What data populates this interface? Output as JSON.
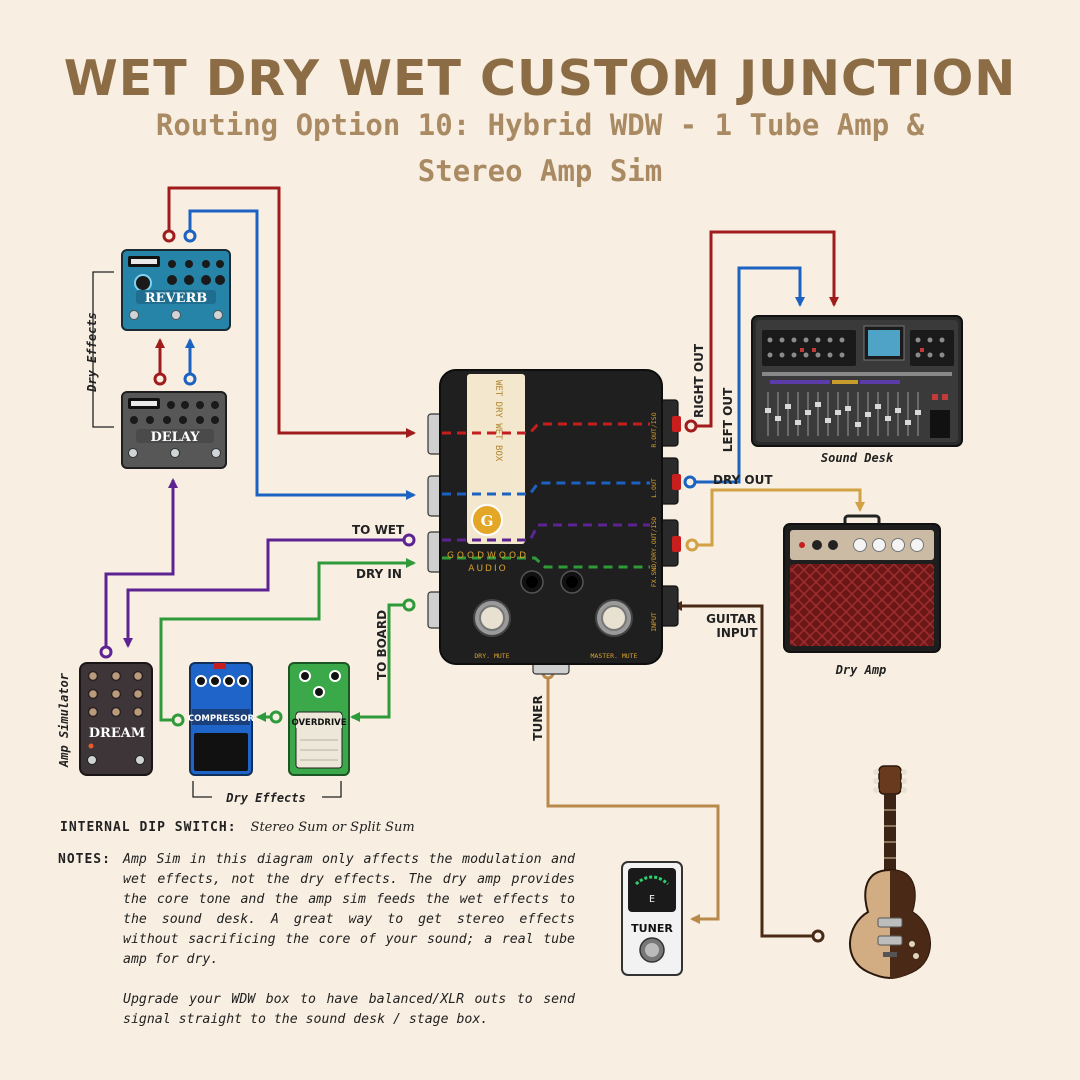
{
  "header": {
    "title": "WET DRY WET CUSTOM JUNCTION",
    "subtitle": "Routing Option 10: Hybrid WDW - 1 Tube Amp & Stereo Amp Sim"
  },
  "labels": {
    "dry_effects_top": "Dry Effects",
    "dry_effects_bottom": "Dry Effects",
    "amp_simulator": "Amp Simulator",
    "sound_desk": "Sound Desk",
    "dry_amp": "Dry Amp",
    "to_wet": "TO WET",
    "dry_in": "DRY IN",
    "to_board": "TO BOARD",
    "right_out": "RIGHT OUT",
    "left_out": "LEFT OUT",
    "dry_out": "DRY OUT",
    "guitar_input_1": "GUITAR",
    "guitar_input_2": "INPUT",
    "tuner_cable": "TUNER"
  },
  "pedals": {
    "reverb": "REVERB",
    "delay": "DELAY",
    "dream": "DREAM",
    "compressor": "COMPRESSOR",
    "overdrive": "OVERDRIVE",
    "tuner": "TUNER"
  },
  "junction_box": {
    "brand_1": "GOODWOOD",
    "brand_2": "AUDIO",
    "sticker_1": "WET DRY WET BOX",
    "dry_mute": "DRY. MUTE",
    "master_mute": "MASTER. MUTE",
    "r_out_iso": "R.OUT/ISO",
    "l_out": "L.OUT",
    "fx_dry": "FX.SND/DRY.OUT/ISO",
    "input": "INPUT"
  },
  "dip": {
    "label": "INTERNAL DIP SWITCH:",
    "value": "Stereo Sum or Split Sum"
  },
  "notes": {
    "label": "NOTES:",
    "paragraph_1": "Amp Sim in this diagram only affects the modulation and wet effects, not the dry effects. The dry amp provides the core tone and the amp sim feeds the wet effects to the sound desk. A great way to get stereo effects without sacrificing the core of your sound; a real tube amp for dry.",
    "paragraph_2": "Upgrade your WDW box to have balanced/XLR outs to send signal straight to the sound desk / stage box."
  },
  "colors": {
    "background": "#f8efe2",
    "title": "#8b6c45",
    "red": "#a01c1c",
    "blue": "#1b62c1",
    "purple": "#5e2393",
    "green": "#2e9a3a",
    "gold": "#d1a143",
    "tan": "#b8894a",
    "brown": "#4a2a16"
  }
}
